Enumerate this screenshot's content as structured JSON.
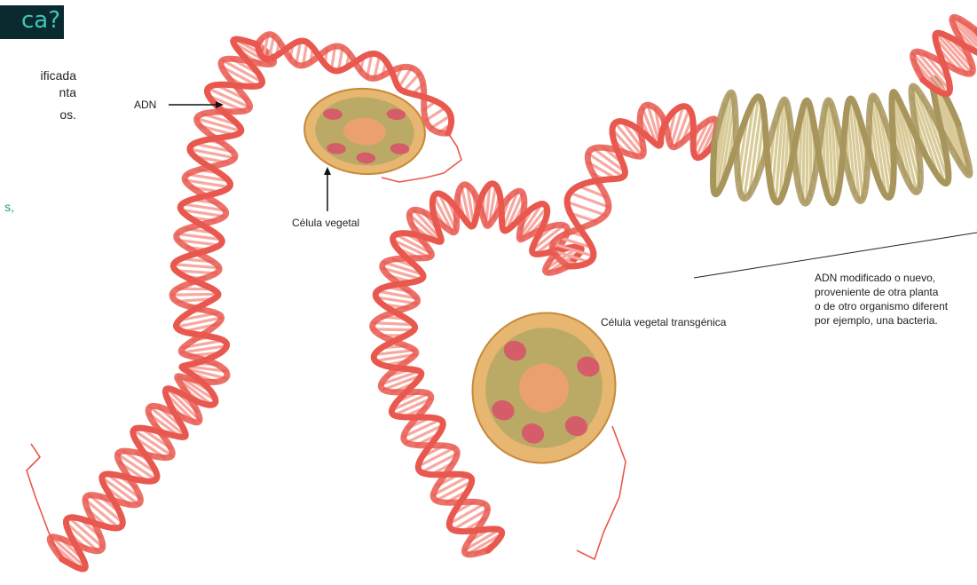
{
  "heading_fragment": "ca?",
  "intro_fragments": [
    "ificada",
    "nta",
    "os."
  ],
  "teal_fragment": "s,",
  "labels": {
    "adn": "ADN",
    "celula_vegetal": "Célula vegetal",
    "celula_transgenica": "Célula vegetal transgénica",
    "adn_modificado": [
      "ADN modificado o nuevo,",
      "proveniente de otra planta",
      "o de otro organismo diferent",
      "por ejemplo, una bacteria."
    ]
  },
  "colors": {
    "dna_native": "#e8584f",
    "dna_native_light": "#f7a8a0",
    "dna_modified": "#a8955c",
    "dna_modified_light": "#d8cb98",
    "cell_body": "#e7b670",
    "cell_inner": "#98a05c",
    "cell_organelle": "#d8506a",
    "heading_bg": "#0b2a30",
    "heading_text": "#3ec6b8"
  }
}
